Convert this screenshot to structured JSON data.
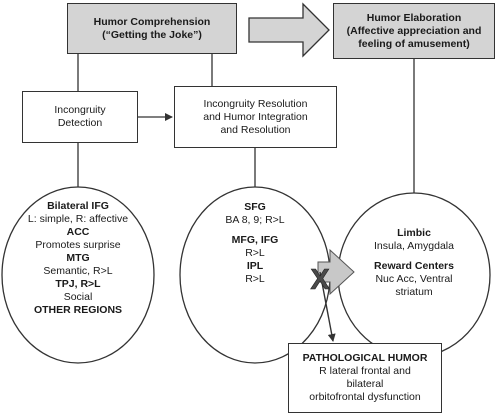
{
  "humor_comprehension": {
    "title": "Humor Comprehension",
    "subtitle": "(“Getting the Joke”)"
  },
  "humor_elaboration": {
    "title": "Humor Elaboration",
    "subtitle1": "(Affective appreciation and",
    "subtitle2": "feeling of amusement)"
  },
  "incongruity_detection": {
    "line1": "Incongruity",
    "line2": "Detection"
  },
  "incongruity_resolution": {
    "line1": "Incongruity Resolution",
    "line2": "and Humor Integration",
    "line3": "and Resolution"
  },
  "circle_left": {
    "h1": "Bilateral IFG",
    "t1": "L: simple, R: affective",
    "h2": "ACC",
    "t2": "Promotes surprise",
    "h3": "MTG",
    "t3": "Semantic, R>L",
    "h4": "TPJ, R>L",
    "t4": "Social",
    "h5": "OTHER REGIONS"
  },
  "circle_middle": {
    "h1": "SFG",
    "t1": "BA 8, 9; R>L",
    "h2": "MFG, IFG",
    "t2": "R>L",
    "h3": "IPL",
    "t3": "R>L"
  },
  "circle_right": {
    "h1": "Limbic",
    "t1": "Insula, Amygdala",
    "h2": "Reward Centers",
    "t2": "Nuc Acc, Ventral",
    "t3": "striatum"
  },
  "block_mark": "X",
  "pathological_humor": {
    "title": "PATHOLOGICAL HUMOR",
    "line1": "R lateral frontal and",
    "line2": "bilateral",
    "line3": "orbitofrontal dysfunction"
  },
  "colors": {
    "header_fill": "#d4d4d4",
    "arrow_fill": "#d4d4d4",
    "stroke": "#333333"
  }
}
